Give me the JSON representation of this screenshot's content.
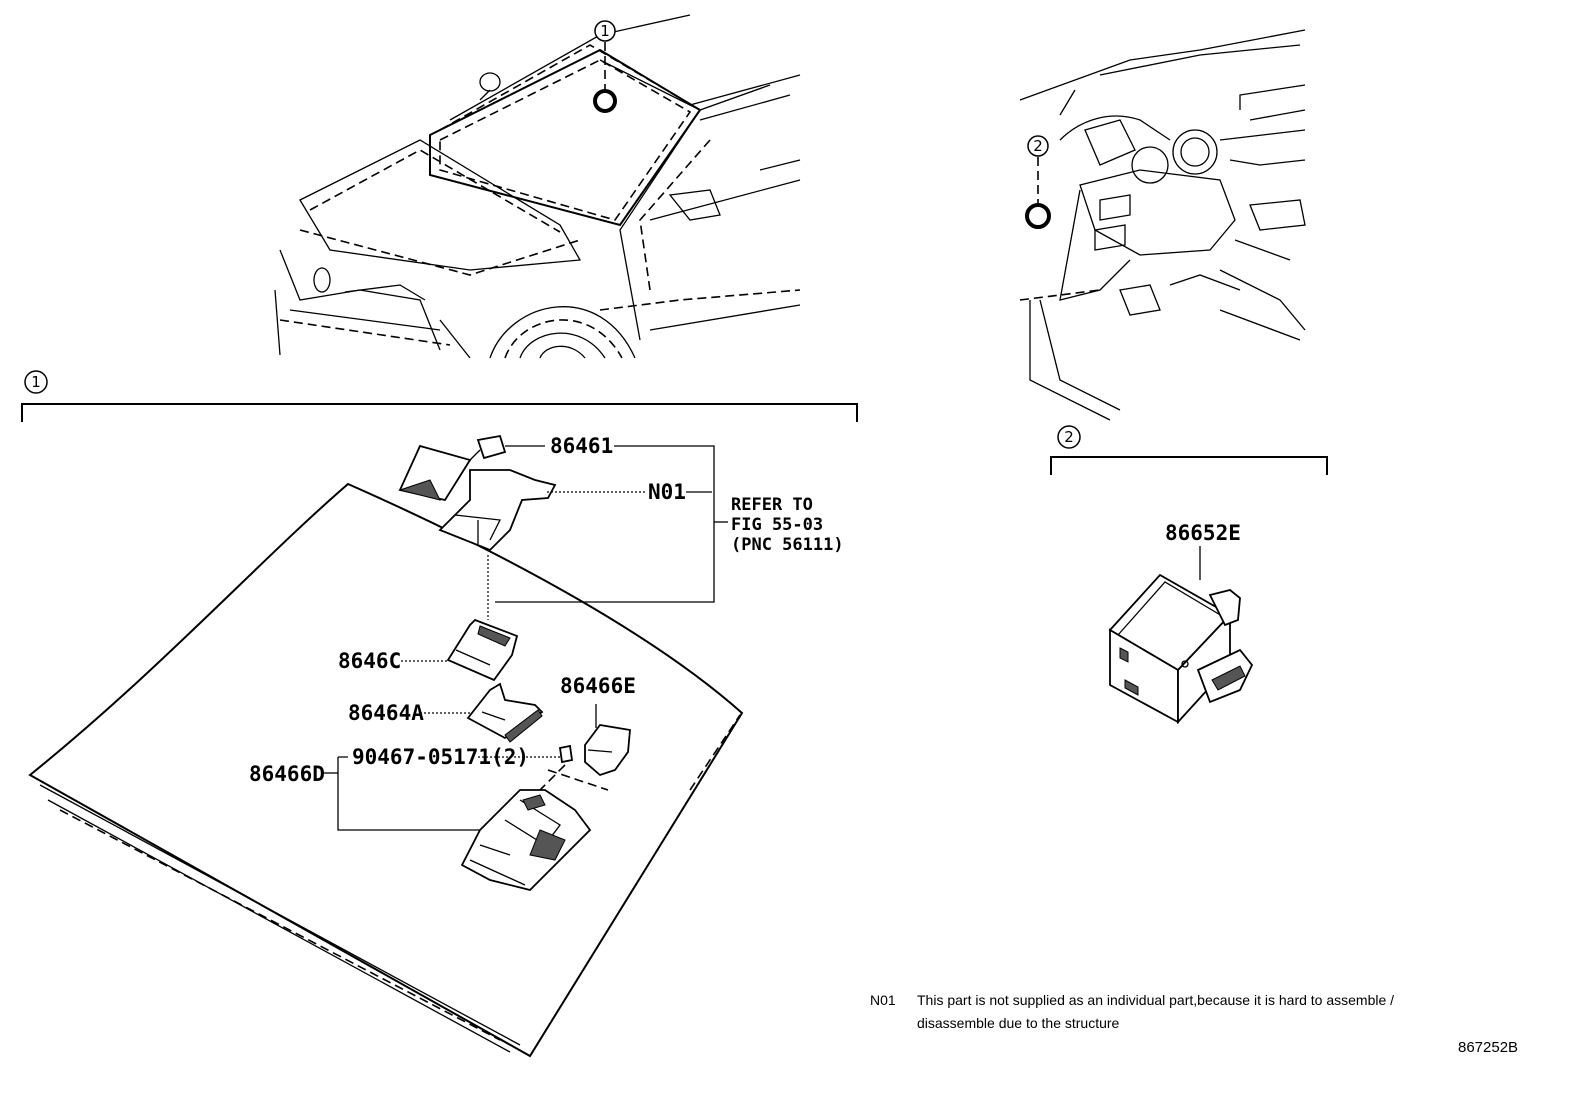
{
  "callouts": {
    "one": "1",
    "two": "2"
  },
  "parts": {
    "p86461": "86461",
    "n01": "N01",
    "refer_line1": "REFER TO",
    "refer_line2": "FIG 55-03",
    "refer_line3": "(PNC 56111)",
    "p8646c": "8646C",
    "p86464a": "86464A",
    "p86466e": "86466E",
    "p90467": "90467-05171(2)",
    "p86466d": "86466D",
    "p86652e": "86652E"
  },
  "note": {
    "code": "N01",
    "line1": "This part is not supplied as an individual part,because it is hard to assemble /",
    "line2": "disassemble due to the structure"
  },
  "figure_id": "867252B"
}
